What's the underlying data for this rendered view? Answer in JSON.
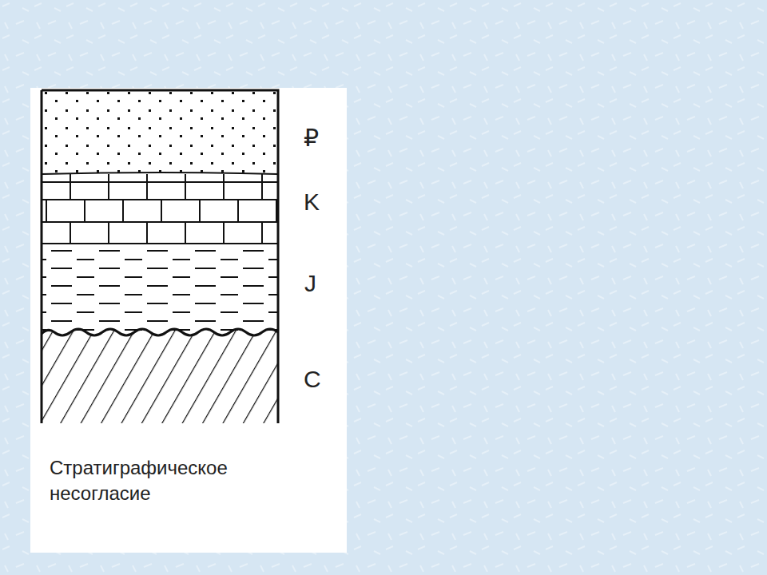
{
  "diagram": {
    "caption": "Стратиграфическое несогласие",
    "labels": [
      "₽",
      "K",
      "J",
      "C"
    ]
  }
}
